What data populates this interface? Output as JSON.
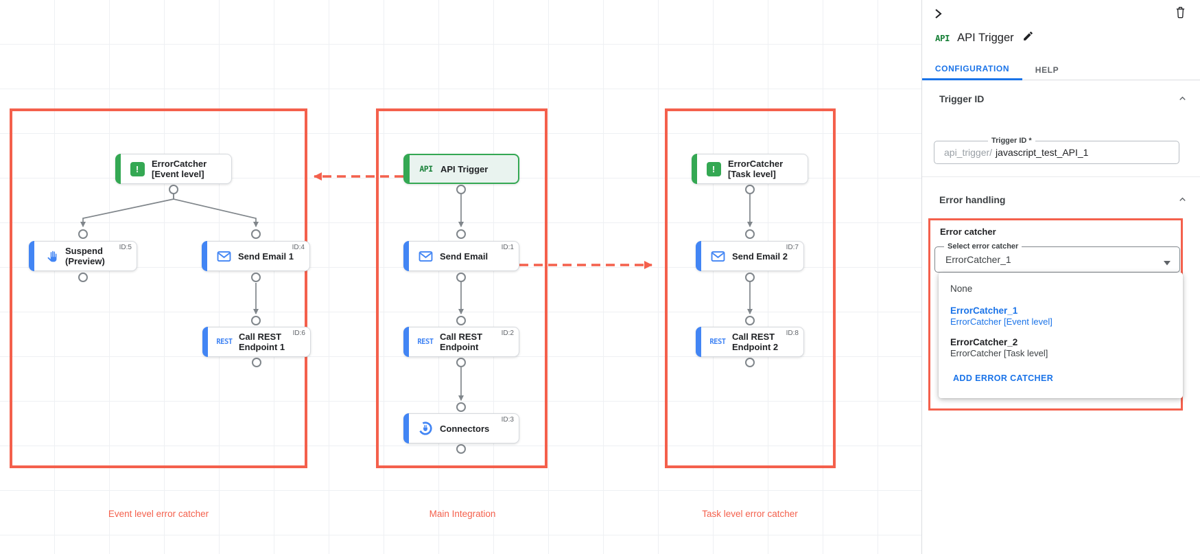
{
  "canvas": {
    "groups": [
      {
        "label": "Event level error catcher"
      },
      {
        "label": "Main Integration"
      },
      {
        "label": "Task level error catcher"
      }
    ],
    "icon_labels": {
      "api": "API",
      "rest": "REST"
    },
    "nodes": {
      "ec_event": {
        "title": "ErrorCatcher",
        "subtitle": "[Event level]"
      },
      "suspend": {
        "title": "Suspend",
        "subtitle": "(Preview)",
        "badge": "ID:5"
      },
      "send_email_1": {
        "title": "Send Email 1",
        "badge": "ID:4"
      },
      "call_rest_1": {
        "title": "Call REST",
        "subtitle": "Endpoint 1",
        "badge": "ID:6"
      },
      "api_trigger": {
        "title": "API Trigger"
      },
      "send_email": {
        "title": "Send Email",
        "badge": "ID:1"
      },
      "call_rest": {
        "title": "Call REST",
        "subtitle": "Endpoint",
        "badge": "ID:2"
      },
      "connectors": {
        "title": "Connectors",
        "badge": "ID:3"
      },
      "ec_task": {
        "title": "ErrorCatcher",
        "subtitle": "[Task level]"
      },
      "send_email_2": {
        "title": "Send Email 2",
        "badge": "ID:7"
      },
      "call_rest_2": {
        "title": "Call REST",
        "subtitle": "Endpoint 2",
        "badge": "ID:8"
      }
    }
  },
  "panel": {
    "header": {
      "title": "API Trigger",
      "icon_label": "API"
    },
    "tabs": [
      {
        "label": "CONFIGURATION"
      },
      {
        "label": "HELP"
      }
    ],
    "trigger_id": {
      "heading": "Trigger ID",
      "field_label": "Trigger ID *",
      "prefix": "api_trigger/",
      "value": "javascript_test_API_1"
    },
    "error_handling": {
      "heading": "Error handling",
      "group_label": "Error catcher",
      "select_label": "Select error catcher",
      "select_value": "ErrorCatcher_1",
      "menu": {
        "none_label": "None",
        "items": [
          {
            "name": "ErrorCatcher_1",
            "desc": "ErrorCatcher [Event level]"
          },
          {
            "name": "ErrorCatcher_2",
            "desc": "ErrorCatcher [Task level]"
          }
        ],
        "add_label": "ADD ERROR CATCHER"
      }
    }
  },
  "colors": {
    "annotation_red": "#f4604c",
    "marker_red": "#db261d",
    "task_blue": "#4285f4",
    "trigger_green": "#34a853",
    "link_blue": "#1a73e8"
  }
}
